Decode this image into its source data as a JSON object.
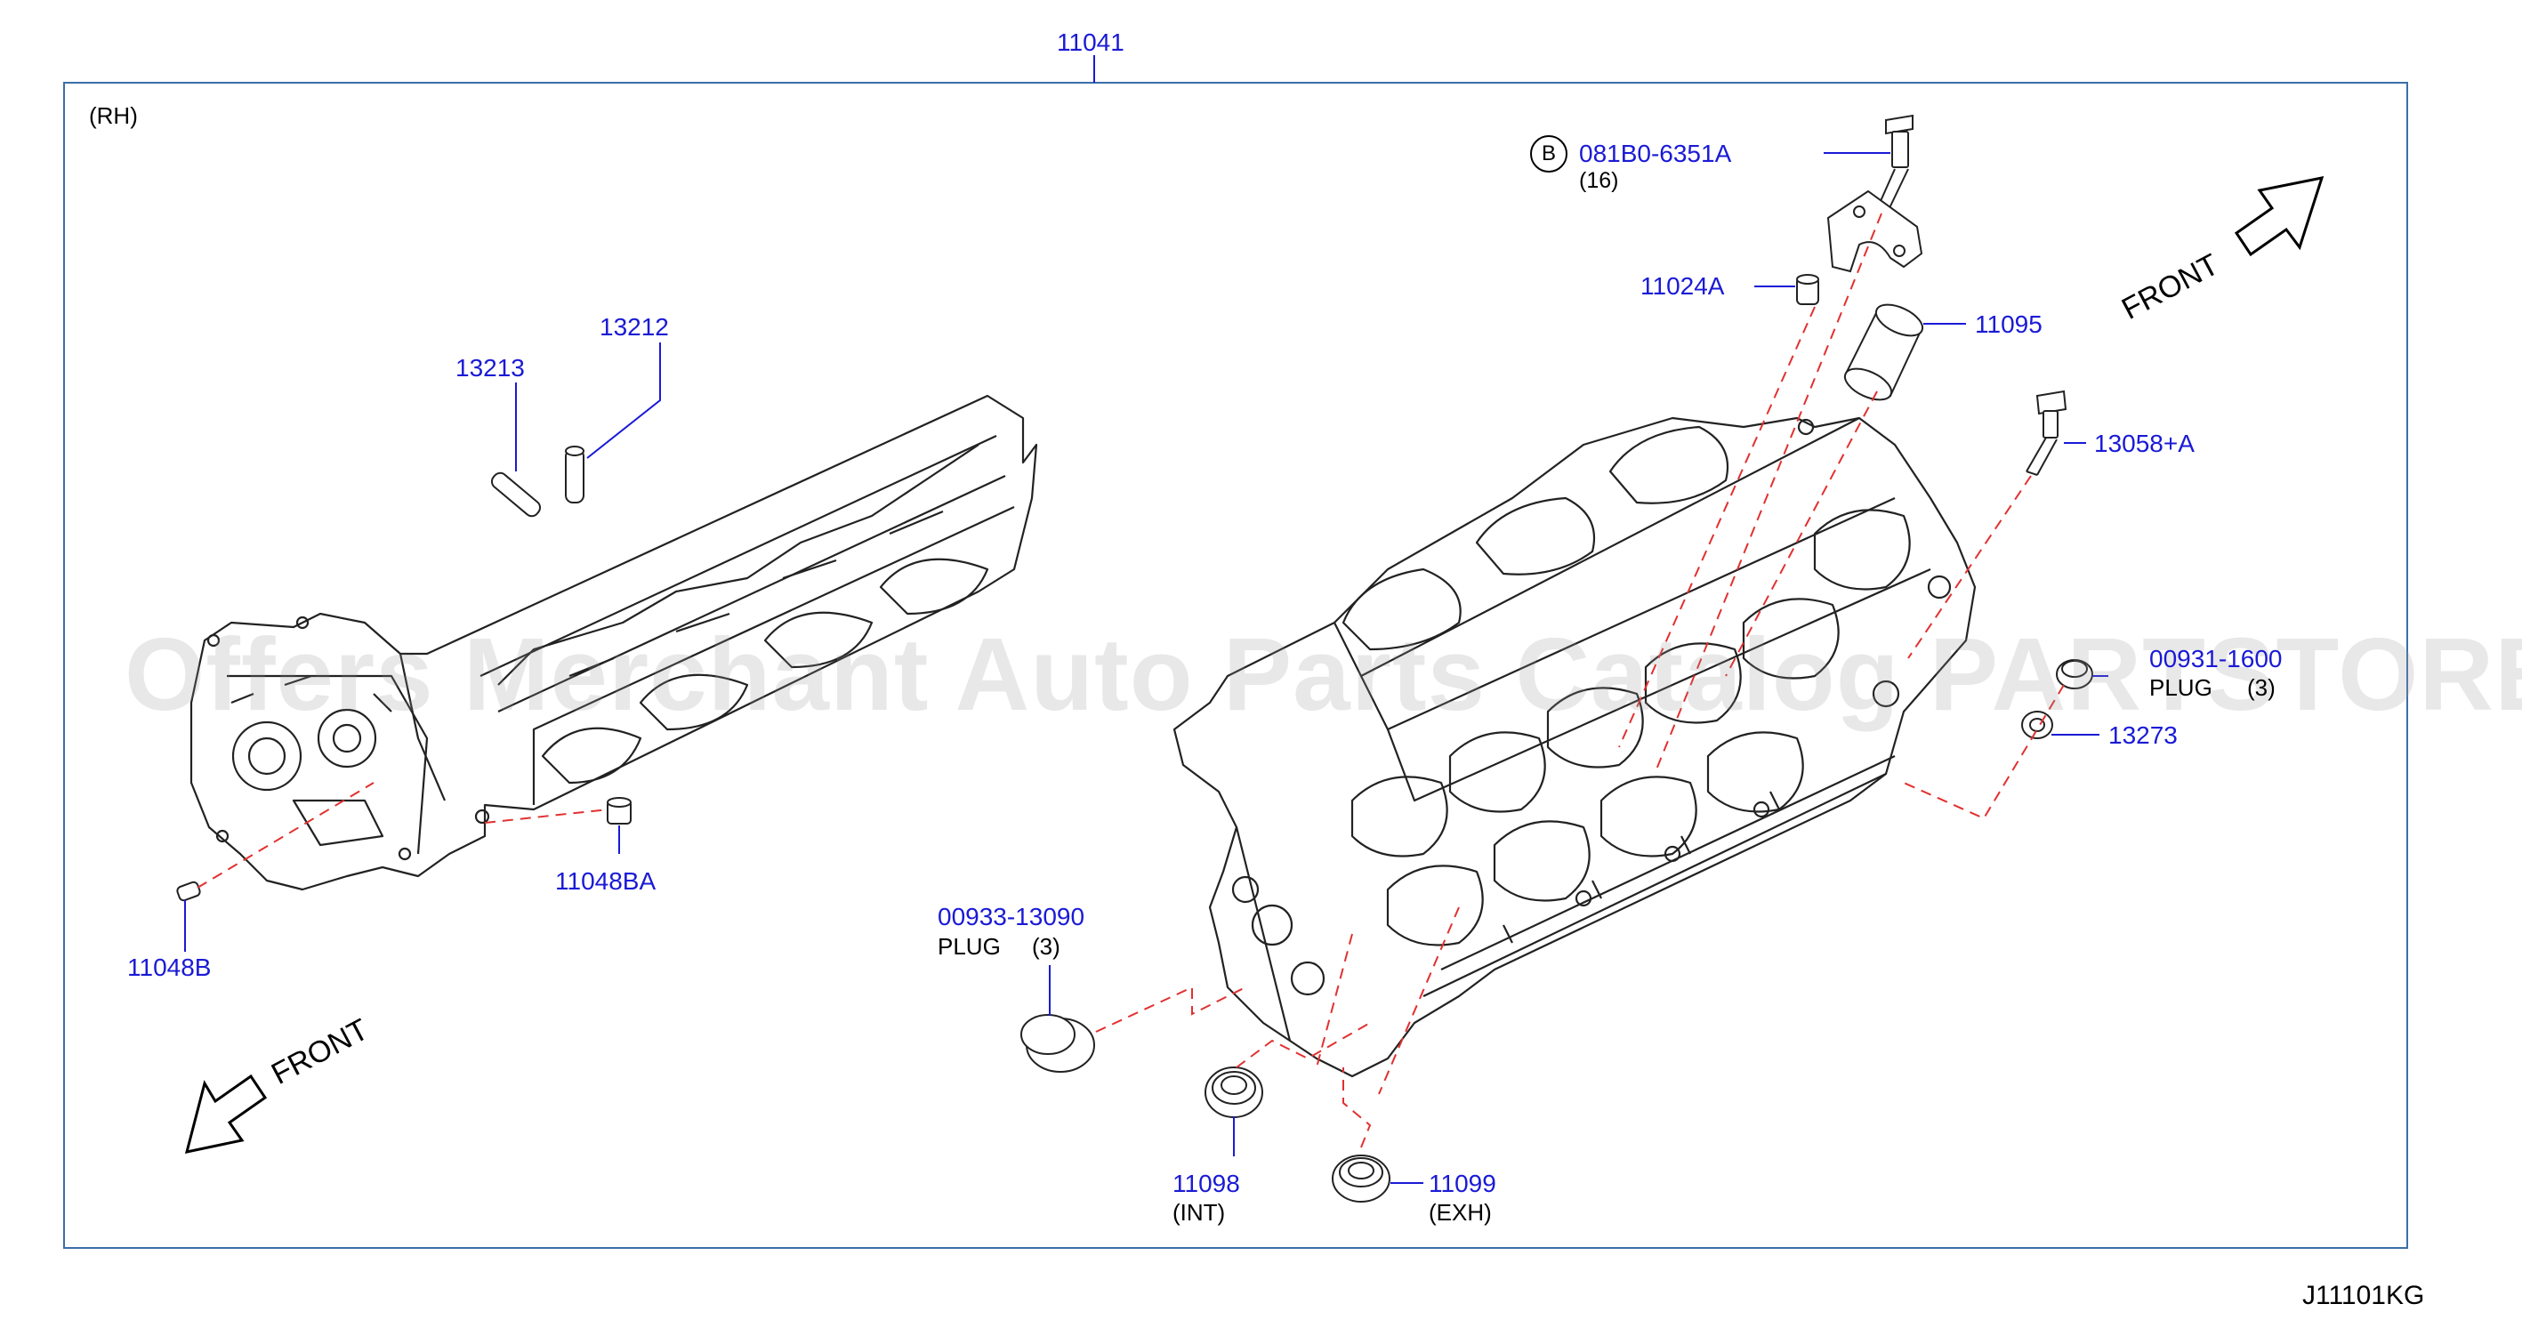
{
  "diagram": {
    "assembly_number": "11041",
    "side_label": "(RH)",
    "drawing_code": "J11101KG",
    "watermark": "Offers Merchant Auto Parts Catalog PARTSTORE.SA",
    "colors": {
      "part_number": "#1a1ad6",
      "leader": "#1a1ad6",
      "phantom": "#e23030",
      "frame": "#3b6ea8"
    }
  },
  "parts": [
    {
      "id": "p13213",
      "number": "13213"
    },
    {
      "id": "p13212",
      "number": "13212"
    },
    {
      "id": "p11048BA",
      "number": "11048BA"
    },
    {
      "id": "p11048B",
      "number": "11048B"
    },
    {
      "id": "p081B0",
      "number": "081B0-6351A",
      "badge": "B",
      "qty": "(16)"
    },
    {
      "id": "p11024A",
      "number": "11024A"
    },
    {
      "id": "p11095",
      "number": "11095"
    },
    {
      "id": "p13058A",
      "number": "13058+A"
    },
    {
      "id": "p00931",
      "number": "00931-1600",
      "desc": "PLUG",
      "qty": "(3)"
    },
    {
      "id": "p13273",
      "number": "13273"
    },
    {
      "id": "p00933",
      "number": "00933-13090",
      "desc": "PLUG",
      "qty": "(3)"
    },
    {
      "id": "p11098",
      "number": "11098",
      "desc": "(INT)"
    },
    {
      "id": "p11099",
      "number": "11099",
      "desc": "(EXH)"
    }
  ],
  "front_labels": {
    "left": "FRONT",
    "right": "FRONT"
  }
}
